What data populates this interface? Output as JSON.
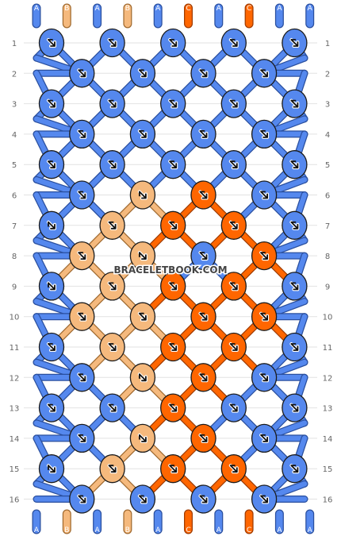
{
  "diagram": {
    "watermark": "BRACELETBOOK.COM",
    "colors": {
      "A": "#5588ee",
      "B": "#f5b97d",
      "C": "#ff6600"
    },
    "strands_top": [
      "A",
      "B",
      "A",
      "B",
      "A",
      "C",
      "A",
      "C",
      "A",
      "A"
    ],
    "strands_bottom": [
      "A",
      "B",
      "A",
      "B",
      "A",
      "C",
      "A",
      "C",
      "A",
      "A"
    ],
    "row_numbers": [
      "1",
      "2",
      "3",
      "4",
      "5",
      "6",
      "7",
      "8",
      "9",
      "10",
      "11",
      "12",
      "13",
      "14",
      "15",
      "16"
    ],
    "knots": [
      [
        {
          "c": "A",
          "d": "b"
        },
        {
          "c": "A",
          "d": "b"
        },
        {
          "c": "A",
          "d": "b"
        },
        {
          "c": "A",
          "d": "b"
        },
        {
          "c": "A",
          "d": "b"
        }
      ],
      [
        {
          "c": "A",
          "d": "b"
        },
        {
          "c": "A",
          "d": "b"
        },
        {
          "c": "A",
          "d": "b"
        },
        {
          "c": "A",
          "d": "b"
        }
      ],
      [
        {
          "c": "A",
          "d": "b"
        },
        {
          "c": "A",
          "d": "b"
        },
        {
          "c": "A",
          "d": "b"
        },
        {
          "c": "A",
          "d": "b"
        },
        {
          "c": "A",
          "d": "b"
        }
      ],
      [
        {
          "c": "A",
          "d": "b"
        },
        {
          "c": "A",
          "d": "b"
        },
        {
          "c": "A",
          "d": "b"
        },
        {
          "c": "A",
          "d": "b"
        }
      ],
      [
        {
          "c": "A",
          "d": "b"
        },
        {
          "c": "A",
          "d": "b"
        },
        {
          "c": "A",
          "d": "b"
        },
        {
          "c": "A",
          "d": "b"
        },
        {
          "c": "A",
          "d": "b"
        }
      ],
      [
        {
          "c": "A",
          "d": "b"
        },
        {
          "c": "B",
          "d": "f"
        },
        {
          "c": "C",
          "d": "b"
        },
        {
          "c": "A",
          "d": "b"
        }
      ],
      [
        {
          "c": "A",
          "d": "f"
        },
        {
          "c": "B",
          "d": "b"
        },
        {
          "c": "C",
          "d": "b"
        },
        {
          "c": "C",
          "d": "b"
        },
        {
          "c": "A",
          "d": "b"
        }
      ],
      [
        {
          "c": "B",
          "d": "b"
        },
        {
          "c": "B",
          "d": "f"
        },
        {
          "c": "A",
          "d": "b"
        },
        {
          "c": "C",
          "d": "b"
        }
      ],
      [
        {
          "c": "A",
          "d": "f"
        },
        {
          "c": "B",
          "d": "b"
        },
        {
          "c": "C",
          "d": "b"
        },
        {
          "c": "C",
          "d": "b"
        },
        {
          "c": "A",
          "d": "b"
        }
      ],
      [
        {
          "c": "B",
          "d": "b"
        },
        {
          "c": "B",
          "d": "b"
        },
        {
          "c": "C",
          "d": "b"
        },
        {
          "c": "C",
          "d": "b"
        }
      ],
      [
        {
          "c": "A",
          "d": "b"
        },
        {
          "c": "B",
          "d": "b"
        },
        {
          "c": "C",
          "d": "b"
        },
        {
          "c": "C",
          "d": "b"
        },
        {
          "c": "A",
          "d": "b"
        }
      ],
      [
        {
          "c": "A",
          "d": "b"
        },
        {
          "c": "B",
          "d": "f"
        },
        {
          "c": "C",
          "d": "b"
        },
        {
          "c": "A",
          "d": "b"
        }
      ],
      [
        {
          "c": "A",
          "d": "b"
        },
        {
          "c": "A",
          "d": "b"
        },
        {
          "c": "C",
          "d": "b"
        },
        {
          "c": "A",
          "d": "b"
        },
        {
          "c": "A",
          "d": "b"
        }
      ],
      [
        {
          "c": "A",
          "d": "b"
        },
        {
          "c": "B",
          "d": "f"
        },
        {
          "c": "C",
          "d": "b"
        },
        {
          "c": "A",
          "d": "b"
        }
      ],
      [
        {
          "c": "A",
          "d": "f"
        },
        {
          "c": "B",
          "d": "b"
        },
        {
          "c": "C",
          "d": "b"
        },
        {
          "c": "C",
          "d": "b"
        },
        {
          "c": "A",
          "d": "b"
        }
      ],
      [
        {
          "c": "A",
          "d": "b"
        },
        {
          "c": "A",
          "d": "b"
        },
        {
          "c": "A",
          "d": "b"
        },
        {
          "c": "A",
          "d": "b"
        }
      ]
    ]
  }
}
